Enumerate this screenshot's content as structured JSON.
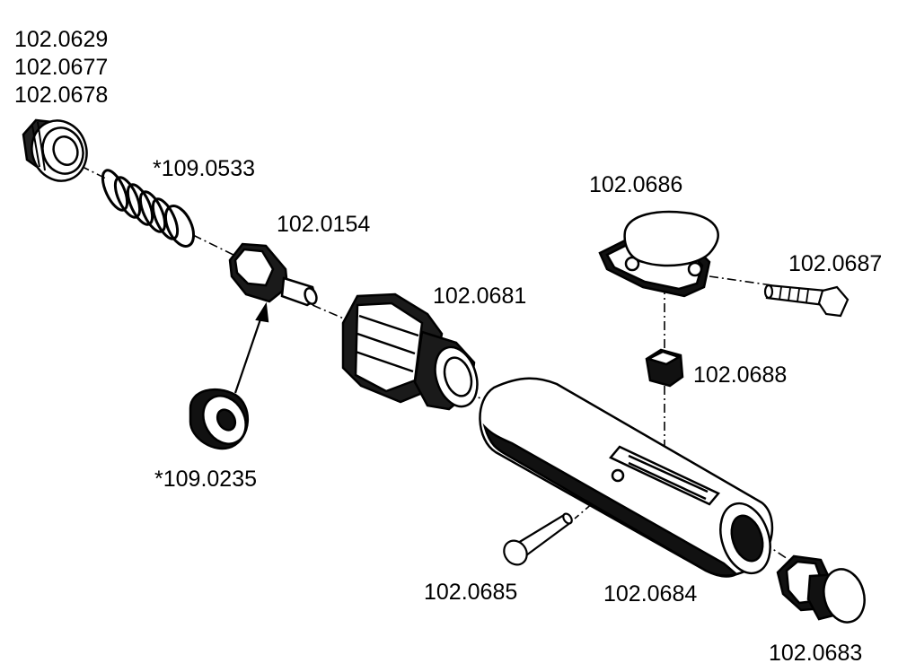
{
  "diagram": {
    "line_color": "#000000",
    "background": "#ffffff",
    "parts": [
      {
        "id": "cap-top-left",
        "labels": [
          "102.0629",
          "102.0677",
          "102.0678"
        ]
      },
      {
        "id": "spring",
        "labels": [
          "*109.0533"
        ]
      },
      {
        "id": "nozzle",
        "labels": [
          "102.0154"
        ]
      },
      {
        "id": "ring",
        "labels": [
          "*109.0235"
        ]
      },
      {
        "id": "threaded-fitting",
        "labels": [
          "102.0681"
        ]
      },
      {
        "id": "clamp-cover",
        "labels": [
          "102.0686"
        ]
      },
      {
        "id": "screw",
        "labels": [
          "102.0687"
        ]
      },
      {
        "id": "small-block",
        "labels": [
          "102.0688"
        ]
      },
      {
        "id": "pin",
        "labels": [
          "102.0685"
        ]
      },
      {
        "id": "barrel",
        "labels": [
          "102.0684"
        ]
      },
      {
        "id": "end-cap",
        "labels": [
          "102.0683"
        ]
      }
    ]
  }
}
